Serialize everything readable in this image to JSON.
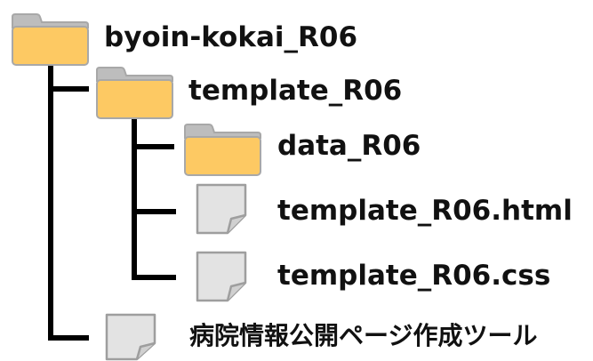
{
  "colors": {
    "folder_fill": "#FDC963",
    "folder_tab": "#BDBDBD",
    "folder_stroke": "#A8A8A8",
    "file_fill": "#E3E3E3",
    "file_stroke": "#9E9E9E",
    "line": "#000000",
    "text": "#111111"
  },
  "tree": {
    "root": {
      "label": "byoin-kokai_R06",
      "icon": "folder-icon"
    },
    "template_folder": {
      "label": "template_R06",
      "icon": "folder-icon"
    },
    "data_folder": {
      "label": "data_R06",
      "icon": "folder-icon"
    },
    "html_file": {
      "label": "template_R06.html",
      "icon": "file-icon"
    },
    "css_file": {
      "label": "template_R06.css",
      "icon": "file-icon"
    },
    "tool_file": {
      "label": "病院情報公開ページ作成ツール",
      "icon": "file-icon"
    }
  }
}
